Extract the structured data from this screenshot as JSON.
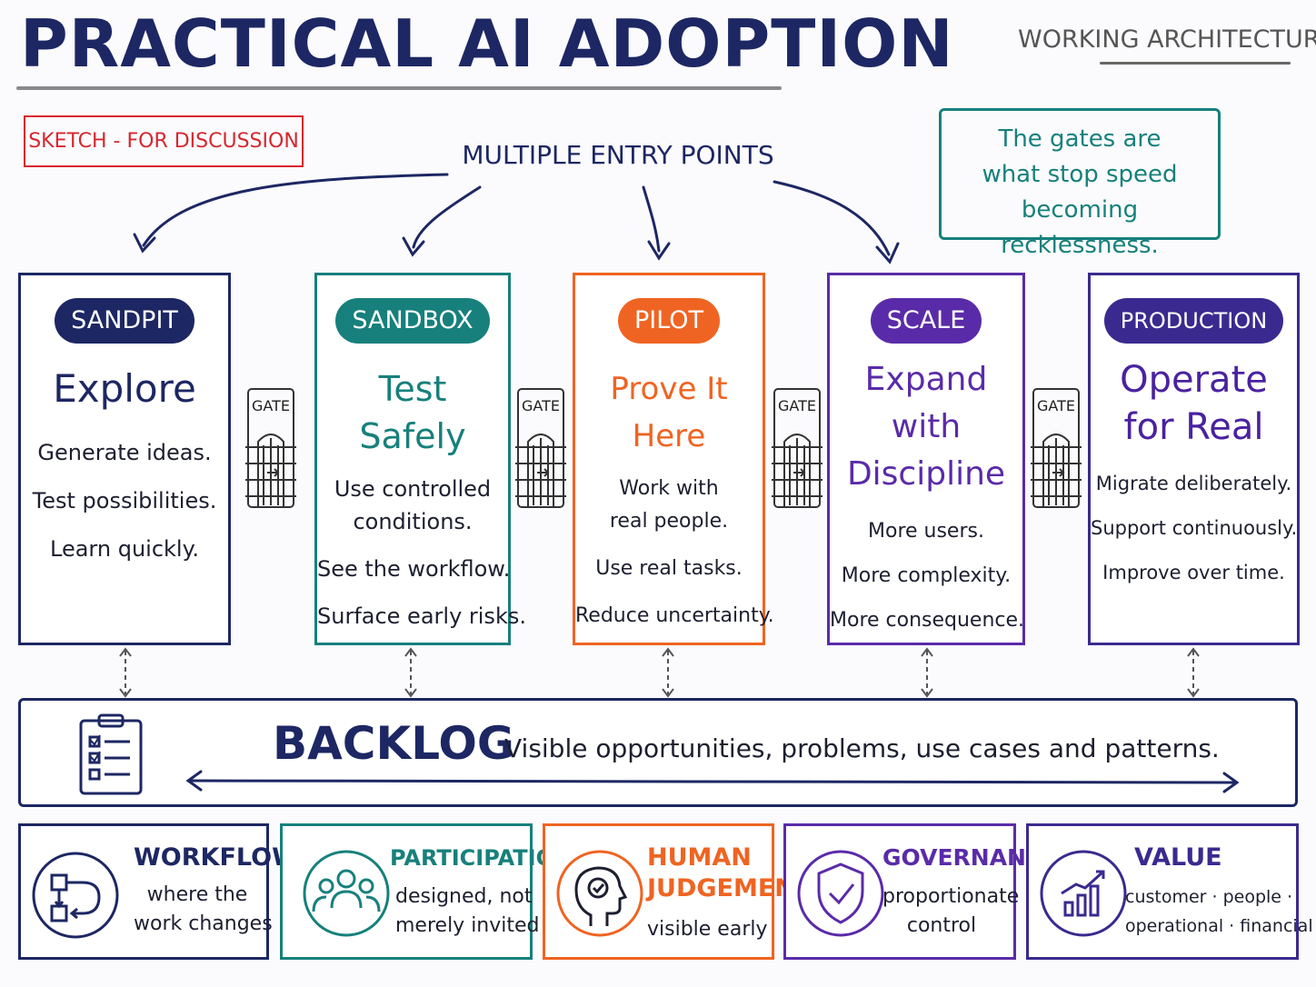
{
  "header": {
    "title": "PRACTICAL AI ADOPTION",
    "tag": "WORKING ARCHITECTURE",
    "sketch_note": "SKETCH - FOR DISCUSSION",
    "entry_label": "MULTIPLE ENTRY POINTS",
    "quote": [
      "The gates are",
      "what stop speed",
      "becoming recklessness."
    ]
  },
  "colors": {
    "navy": "#1d2763",
    "teal": "#17807c",
    "orange": "#ef6422",
    "purple": "#5a2ba8",
    "red": "#d7262e"
  },
  "stages": [
    {
      "badge": "SANDPIT",
      "heading": [
        "Explore"
      ],
      "lines": [
        "Generate ideas.",
        "Test possibilities.",
        "Learn quickly."
      ]
    },
    {
      "badge": "SANDBOX",
      "heading": [
        "Test Safely"
      ],
      "lines": [
        "Use controlled",
        "conditions.",
        "See the workflow.",
        "Surface early risks."
      ]
    },
    {
      "badge": "PILOT",
      "heading": [
        "Prove It Here"
      ],
      "lines": [
        "Work with",
        "real people.",
        "Use real tasks.",
        "Reduce uncertainty."
      ]
    },
    {
      "badge": "SCALE",
      "heading": [
        "Expand with",
        "Discipline"
      ],
      "lines": [
        "More users.",
        "More complexity.",
        "More consequence."
      ]
    },
    {
      "badge": "PRODUCTION",
      "heading": [
        "Operate",
        "for Real"
      ],
      "lines": [
        "Migrate deliberately.",
        "Support continuously.",
        "Improve over time."
      ]
    }
  ],
  "gates": [
    "GATE",
    "GATE",
    "GATE",
    "GATE"
  ],
  "backlog": {
    "title": "BACKLOG",
    "description": "Visible opportunities, problems, use cases and patterns.",
    "icon": "clipboard-checklist-icon"
  },
  "principles": [
    {
      "title": [
        "WORKFLOW"
      ],
      "sub": [
        "where the",
        "work changes"
      ],
      "icon": "workflow-icon"
    },
    {
      "title": [
        "PARTICIPATION"
      ],
      "sub": [
        "designed, not",
        "merely invited"
      ],
      "icon": "people-group-icon"
    },
    {
      "title": [
        "HUMAN",
        "JUDGEMENT"
      ],
      "sub": [
        "visible early"
      ],
      "icon": "head-check-icon"
    },
    {
      "title": [
        "GOVERNANCE"
      ],
      "sub": [
        "proportionate",
        "control"
      ],
      "icon": "shield-check-icon"
    },
    {
      "title": [
        "VALUE"
      ],
      "sub": [
        "customer · people ·",
        "operational · financial"
      ],
      "icon": "growth-chart-icon"
    }
  ]
}
